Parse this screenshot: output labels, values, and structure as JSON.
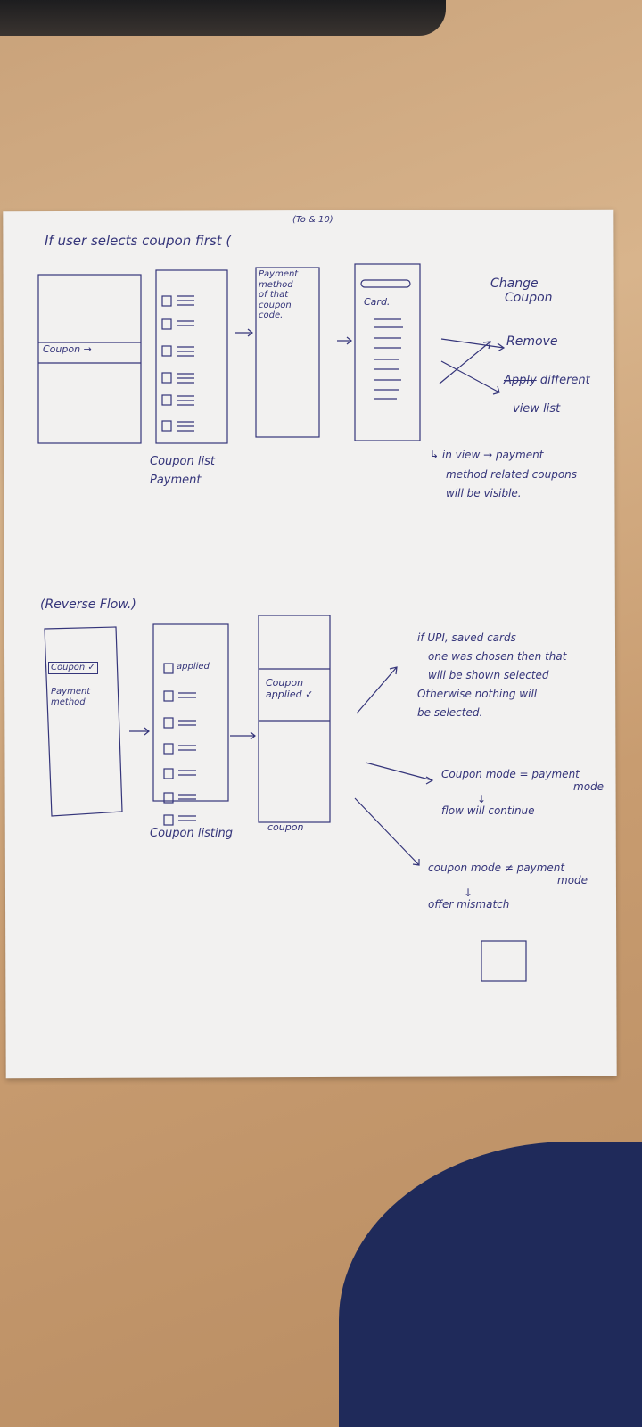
{
  "colors": {
    "ink": "#35357a",
    "paper": "#f2f1f0",
    "table": "#c9a27a"
  },
  "header": {
    "note": "(To & 10)",
    "title": "If user selects coupon first ("
  },
  "forward_flow": {
    "screen1_label": "Coupon →",
    "screen3_text": [
      "Payment",
      "method",
      "of that",
      "coupon",
      "code."
    ],
    "screen4_label": "Card.",
    "list_caption": [
      "Coupon list",
      "Payment"
    ],
    "options": {
      "change": [
        "Change",
        "Coupon"
      ],
      "remove": "Remove",
      "apply_struck": "Apply",
      "apply_different": "different",
      "view_list": "view list"
    },
    "footnote": [
      "↳ in view → payment",
      "method related coupons",
      "will be visible."
    ]
  },
  "reverse_flow": {
    "title": "(Reverse Flow.)",
    "screen1_coupon": "Coupon ✓",
    "screen1_payment": [
      "Payment",
      "method"
    ],
    "applied_item": "applied",
    "screen3_text": [
      "Coupon",
      "applied ✓"
    ],
    "caption_listing": "Coupon listing",
    "caption_coupon": "coupon",
    "note1": [
      "if UPI, saved cards",
      "one was chosen then that",
      "will be shown selected",
      "Otherwise nothing will",
      "be selected."
    ],
    "case_equal": [
      "Coupon mode = payment",
      "mode",
      "↓",
      "flow will continue"
    ],
    "case_not_equal": [
      "coupon mode ≠ payment",
      "mode",
      "↓",
      "offer mismatch"
    ]
  }
}
